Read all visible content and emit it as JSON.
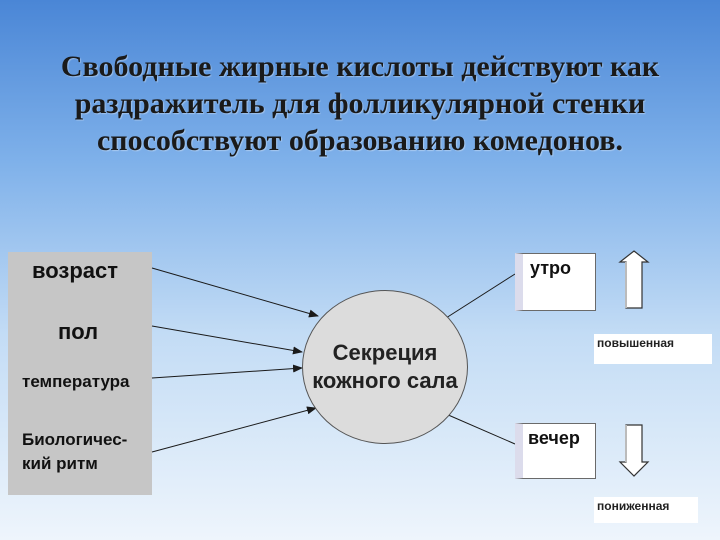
{
  "title": "Свободные жирные кислоты действуют как раздражитель для фолликулярной стенки способствуют образованию комедонов.",
  "factors": {
    "age": "возраст",
    "sex": "пол",
    "temperature": "температура",
    "bio_rhythm": "Биологичес-кий ритм"
  },
  "center": "Секреция кожного сала",
  "outputs": {
    "morning": "утро",
    "evening": "вечер",
    "increased": "повышенная",
    "decreased": "пониженная"
  },
  "colors": {
    "background_top": "#4a86d6",
    "background_bottom": "#eef5fc",
    "factor_box": "#c6c6c6",
    "ellipse_fill": "#dcdcdc"
  }
}
